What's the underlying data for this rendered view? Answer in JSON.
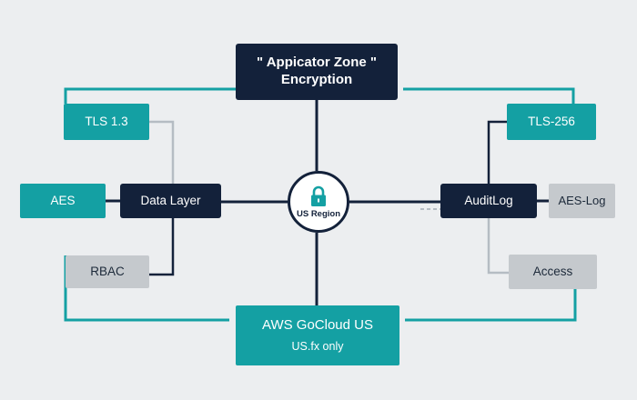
{
  "top_node": {
    "line1": "\" Appicator Zone \"",
    "line2": "Encryption"
  },
  "bottom_node": {
    "line1": "AWS GoCloud US",
    "line2": "US.fx only"
  },
  "hub": {
    "label": "US Region",
    "icon": "lock-icon"
  },
  "left": {
    "tls": "TLS 1.3",
    "aes": "AES",
    "data_layer": "Data Layer",
    "rbac": "RBAC"
  },
  "right": {
    "tls": "TLS-256",
    "audit_log": "AuditLog",
    "aes_log": "AES-Log",
    "access": "Access"
  },
  "colors": {
    "dark": "#13213a",
    "teal": "#14a0a3",
    "grey": "#c5c9cd",
    "background": "#eceef0",
    "connector_light": "#b5bcc3"
  }
}
